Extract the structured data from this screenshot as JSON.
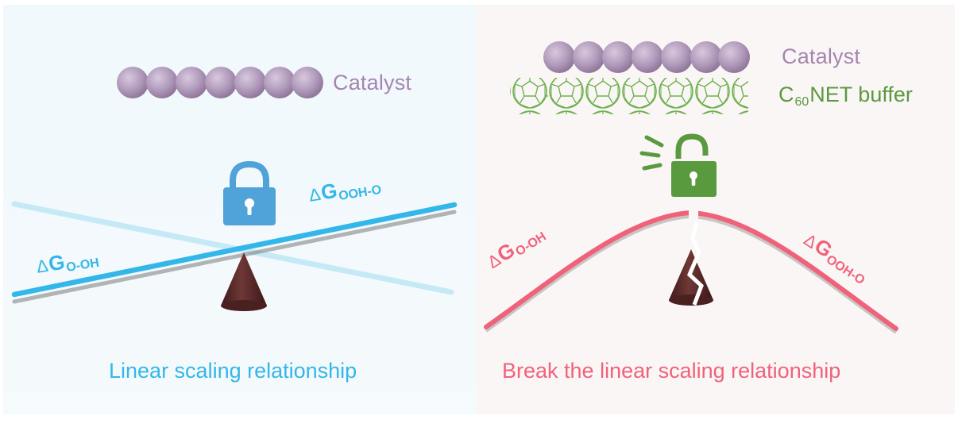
{
  "left_panel": {
    "catalyst_label": "Catalyst",
    "dg_o_oh": {
      "prefix": "G",
      "subscript": "O-OH"
    },
    "dg_ooh_o": {
      "prefix": "G",
      "subscript": "OOH-O"
    },
    "caption": "Linear scaling relationship",
    "lock_state": "locked"
  },
  "right_panel": {
    "catalyst_label": "Catalyst",
    "buffer_label": {
      "main": "C",
      "subscript": "60",
      "rest": "NET buffer"
    },
    "dg_o_oh": {
      "prefix": "G",
      "subscript": "O-OH"
    },
    "dg_ooh_o": {
      "prefix": "G",
      "subscript": "OOH-O"
    },
    "caption": "Break the linear scaling relationship",
    "lock_state": "unlocked"
  },
  "symbols": {
    "delta": "Δ"
  },
  "colors": {
    "catalyst_purple": "#a585b0",
    "blue": "#33b6ea",
    "light_blue": "#bde6f5",
    "lock_blue": "#4fa3d9",
    "pink": "#f0627a",
    "green": "#5a9a3f",
    "fulcrum_brown": "#5d2e2d"
  },
  "icons": [
    "lock-closed-icon",
    "lock-open-icon",
    "catalyst-sphere-chain",
    "c60-fullerene-chain",
    "fulcrum-cone-icon",
    "cracked-fulcrum-icon"
  ]
}
